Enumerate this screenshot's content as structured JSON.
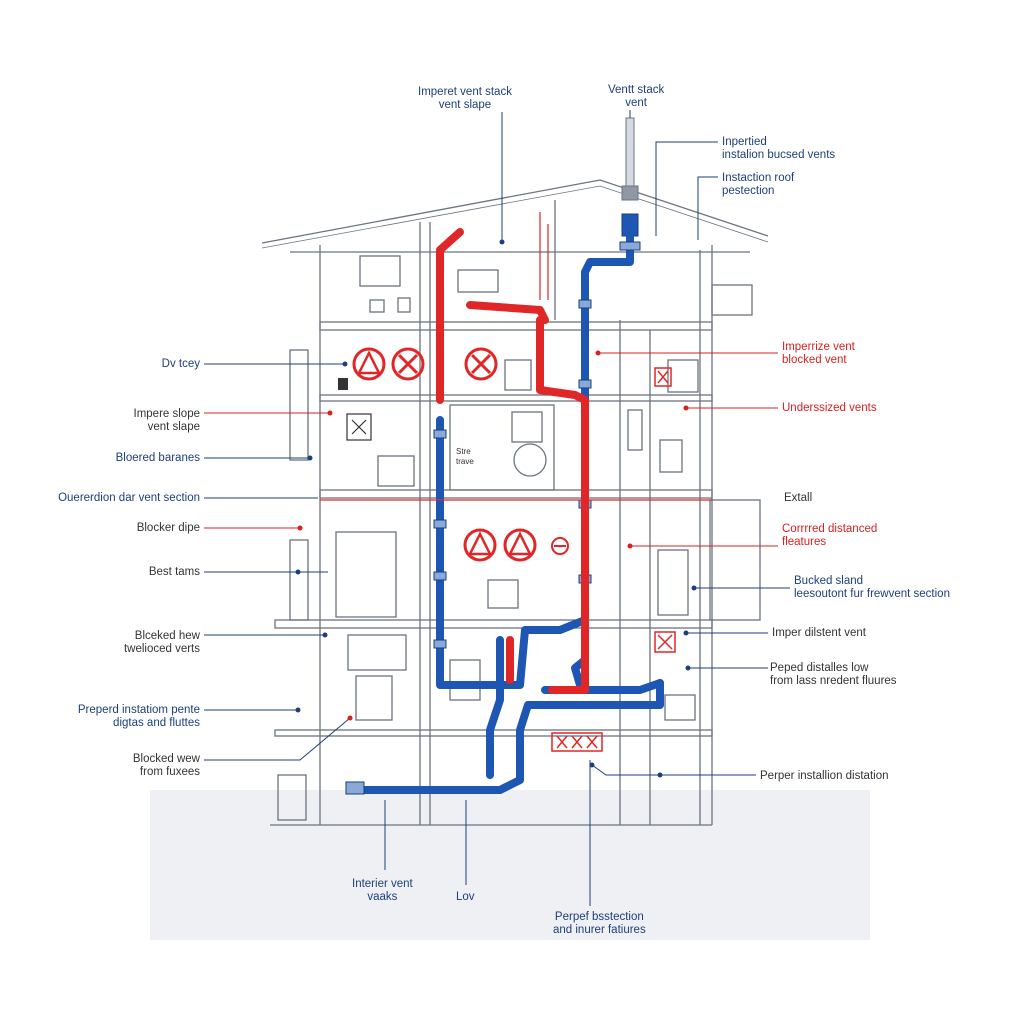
{
  "colors": {
    "vent_ok": "#1d56b3",
    "vent_fault": "#e02626",
    "structure": "#6b7480",
    "label_blue": "#1d3f7a",
    "label_red": "#d92020"
  },
  "labels": {
    "top_left": {
      "line1": "Imperet vent stack",
      "line2": "vent slape"
    },
    "top_center": {
      "line1": "Ventt stack",
      "line2": "vent"
    },
    "right_inpertied": {
      "line1": "Inpertied",
      "line2": "instalion bucsed vents"
    },
    "right_roof": {
      "line1": "Instaction roof",
      "line2": "pestection"
    },
    "right_imperize": {
      "line1": "Imperrize vent",
      "line2": "blocked vent"
    },
    "right_undersized": {
      "line1": "Underssized vents"
    },
    "right_extall": {
      "line1": "Extall"
    },
    "right_corrred": {
      "line1": "Corrrred distanced",
      "line2": "fleatures"
    },
    "right_bucked": {
      "line1": "Bucked sland",
      "line2": "leesoutont fur frewvent section"
    },
    "right_imper_distent": {
      "line1": "Imper dilstent vent"
    },
    "right_peped": {
      "line1": "Peped distalles low",
      "line2": "from lass nredent fluures"
    },
    "right_perper_install": {
      "line1": "Perper installion distation"
    },
    "left_dv": {
      "line1": "Dv tcey"
    },
    "left_impere": {
      "line1": "Impere slope",
      "line2": "vent slape"
    },
    "left_bloered": {
      "line1": "Bloered baranes"
    },
    "left_ouerer": {
      "line1": "Ouererdion dar vent section"
    },
    "left_blocker_dipe": {
      "line1": "Blocker dipe"
    },
    "left_best": {
      "line1": "Best tams"
    },
    "left_blcked_hew": {
      "line1": "Blceked hew",
      "line2": "twelioced verts"
    },
    "left_preperd": {
      "line1": "Preperd instatiom pente",
      "line2": "digtas and fluttes"
    },
    "left_blocked_wew": {
      "line1": "Blocked wew",
      "line2": "from fuxees"
    },
    "bottom_interier": {
      "line1": "Interier vent",
      "line2": "vaaks"
    },
    "bottom_lov": {
      "line1": "Lov"
    },
    "bottom_perpef": {
      "line1": "Perpef bsstection",
      "line2": "and inurer fatiures"
    },
    "fixture_text": {
      "line1": "Stre",
      "line2": "trave"
    }
  }
}
